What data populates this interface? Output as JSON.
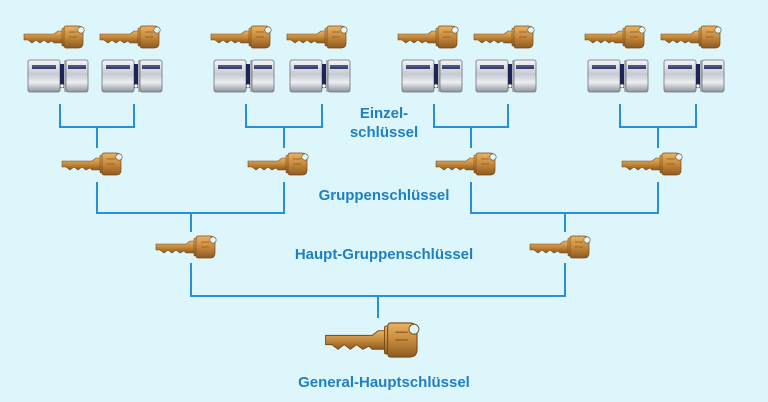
{
  "labels": {
    "einzel_line1": "Einzel-",
    "einzel_line2": "schlüssel",
    "gruppen": "Gruppenschlüssel",
    "haupt_gruppen": "Haupt-Gruppenschlüssel",
    "general": "General-Hauptschlüssel"
  },
  "colors": {
    "background": "#dcf6fb",
    "lines": "#2a8fd6",
    "label_text": "#1f7fc3",
    "key_brass": "#c68a3c",
    "cylinder_chrome": "#c9ccd3",
    "cylinder_core": "#24306b"
  },
  "icons": {
    "key": "brass-key-icon",
    "cylinder": "lock-cylinder-icon"
  },
  "hierarchy": {
    "individual_keys": 8,
    "lock_cylinders": 8,
    "group_keys": 4,
    "main_group_keys": 2,
    "general_master_keys": 1
  }
}
